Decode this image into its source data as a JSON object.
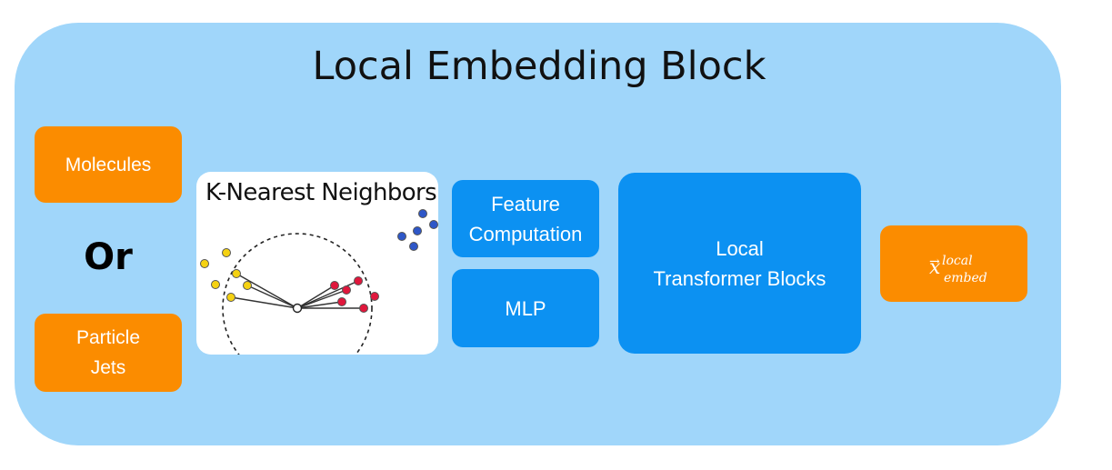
{
  "title": "Local Embedding Block",
  "inputs": {
    "molecules": "Molecules",
    "or": "Or",
    "particle_line1": "Particle",
    "particle_line2": "Jets"
  },
  "knn": {
    "title": "K-Nearest Neighbors"
  },
  "feature": {
    "line1": "Feature",
    "line2": "Computation"
  },
  "mlp": "MLP",
  "transformer": {
    "line1": "Local",
    "line2": "Transformer Blocks"
  },
  "output": {
    "symbol": "x",
    "arrow": "→",
    "superscript": "local",
    "subscript": "embed"
  },
  "colors": {
    "outer": "#a0d6fa",
    "orange": "#fb8c00",
    "blue": "#0c91f2",
    "yellow": "#f5d212",
    "red": "#e0173c",
    "navy": "#2e57c8"
  }
}
